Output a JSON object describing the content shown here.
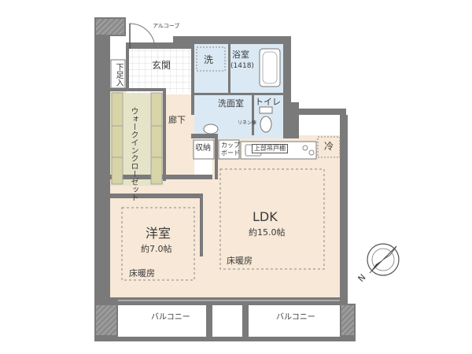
{
  "rooms": {
    "entrance": "玄関",
    "shoe_storage": "下足入",
    "corridor": "廊下",
    "walk_in_closet": "ウォークインクローゼット",
    "washer": "洗",
    "bathroom": "浴室",
    "bathroom_size": "(1418)",
    "washroom": "洗面室",
    "toilet": "トイレ",
    "linen_closet": "リネン庫",
    "storage": "収納",
    "cupboard_line1": "カップ",
    "cupboard_line2": "ボード",
    "upper_cabinet": "上部吊戸棚",
    "fridge": "冷",
    "ldk_name": "LDK",
    "ldk_area": "約15.0帖",
    "ldk_heating": "床暖房",
    "western_name": "洋室",
    "western_area": "約7.0帖",
    "western_heating": "床暖房",
    "balcony_left": "バルコニー",
    "balcony_right": "バルコニー",
    "alcove": "アルコーブ"
  },
  "compass": {
    "label": "N"
  },
  "colors": {
    "wall": "#7a7a7a",
    "wall_dark": "#666666",
    "floor_wood": "#f7e8d7",
    "floor_wet": "#dbe9f4",
    "floor_wic": "#e6e4c8",
    "entrance_tile": "#ffffff"
  }
}
